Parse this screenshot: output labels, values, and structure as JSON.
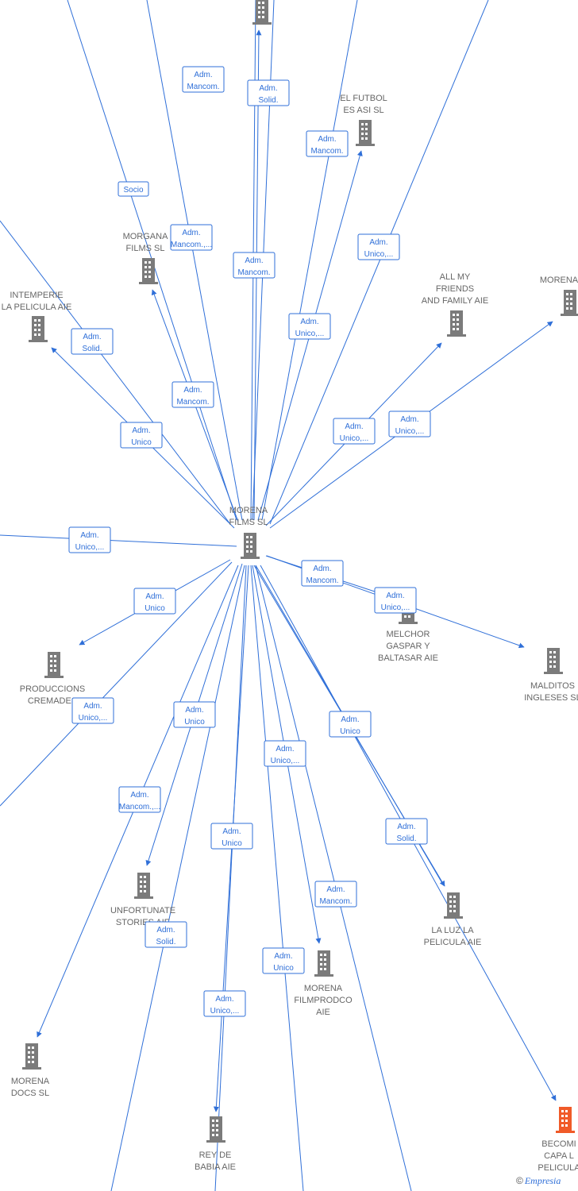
{
  "colors": {
    "edge": "#2f6fd8",
    "node_icon": "#7b7b7b",
    "highlight_icon": "#f05a28",
    "label": "#666666"
  },
  "center": {
    "id": "morena-films-sl",
    "label": [
      "MORENA",
      "FILMS SL"
    ]
  },
  "nodes": [
    {
      "id": "top-company",
      "label": [],
      "icon": "building-icon"
    },
    {
      "id": "el-futbol-es-asi-sl",
      "label": [
        "EL FUTBOL",
        "ES ASI  SL"
      ],
      "icon": "building-icon"
    },
    {
      "id": "morgana-films-sl",
      "label": [
        "MORGANA",
        "FILMS SL"
      ],
      "icon": "building-icon"
    },
    {
      "id": "intemperie-la-pelicula-aie",
      "label": [
        "INTEMPERIE",
        "LA PELICULA AIE"
      ],
      "icon": "building-icon"
    },
    {
      "id": "all-my-friends-and-family-aie",
      "label": [
        "ALL MY",
        "FRIENDS",
        "AND FAMILY AIE"
      ],
      "icon": "building-icon"
    },
    {
      "id": "morena-right",
      "label": [
        "MORENA"
      ],
      "icon": "building-icon"
    },
    {
      "id": "melchor-gaspar-y-baltasar-aie",
      "label": [
        "MELCHOR",
        "GASPAR Y",
        "BALTASAR AIE"
      ],
      "icon": "building-icon"
    },
    {
      "id": "malditos-ingleses-sl",
      "label": [
        "MALDITOS",
        "INGLESES  SL"
      ],
      "icon": "building-icon"
    },
    {
      "id": "produccions-cremades",
      "label": [
        "PRODUCCIONS",
        "CREMADES"
      ],
      "icon": "building-icon"
    },
    {
      "id": "unfortunate-stories-aie",
      "label": [
        "UNFORTUNATE",
        "STORIES AIE"
      ],
      "icon": "building-icon"
    },
    {
      "id": "la-luz-la-pelicula-aie",
      "label": [
        "LA LUZ LA",
        "PELICULA AIE"
      ],
      "icon": "building-icon"
    },
    {
      "id": "morena-filmprodco-aie",
      "label": [
        "MORENA",
        "FILMPRODCO",
        "AIE"
      ],
      "icon": "building-icon"
    },
    {
      "id": "morena-docs-sl",
      "label": [
        "MORENA",
        "DOCS  SL"
      ],
      "icon": "building-icon"
    },
    {
      "id": "rey-de-babia-aie",
      "label": [
        "REY DE",
        "BABIA AIE"
      ],
      "icon": "building-icon"
    },
    {
      "id": "becoming-capa-la-pelicula",
      "label": [
        "BECOMI",
        "CAPA L",
        "PELICULA"
      ],
      "icon": "building-icon",
      "highlight": true
    }
  ],
  "edge_labels": [
    [
      "Adm.",
      "Mancom."
    ],
    [
      "Adm.",
      "Solid."
    ],
    [
      "Adm.",
      "Mancom."
    ],
    [
      "Socio"
    ],
    [
      "Adm.",
      "Mancom.,..."
    ],
    [
      "Adm.",
      "Unico,..."
    ],
    [
      "Adm.",
      "Mancom."
    ],
    [
      "Adm.",
      "Solid."
    ],
    [
      "Adm.",
      "Unico,..."
    ],
    [
      "Adm.",
      "Mancom."
    ],
    [
      "Adm.",
      "Unico"
    ],
    [
      "Adm.",
      "Unico,..."
    ],
    [
      "Adm.",
      "Unico,..."
    ],
    [
      "Adm.",
      "Unico,..."
    ],
    [
      "Adm.",
      "Mancom."
    ],
    [
      "Adm.",
      "Unico,..."
    ],
    [
      "Adm.",
      "Unico"
    ],
    [
      "Adm.",
      "Unico,..."
    ],
    [
      "Adm.",
      "Unico"
    ],
    [
      "Adm.",
      "Unico"
    ],
    [
      "Adm.",
      "Unico,..."
    ],
    [
      "Adm.",
      "Mancom.,..."
    ],
    [
      "Adm.",
      "Unico"
    ],
    [
      "Adm.",
      "Solid."
    ],
    [
      "Adm.",
      "Mancom."
    ],
    [
      "Adm.",
      "Solid."
    ],
    [
      "Adm.",
      "Unico"
    ],
    [
      "Adm.",
      "Unico,..."
    ]
  ],
  "brand": {
    "symbol": "©",
    "text": "Empresia"
  }
}
